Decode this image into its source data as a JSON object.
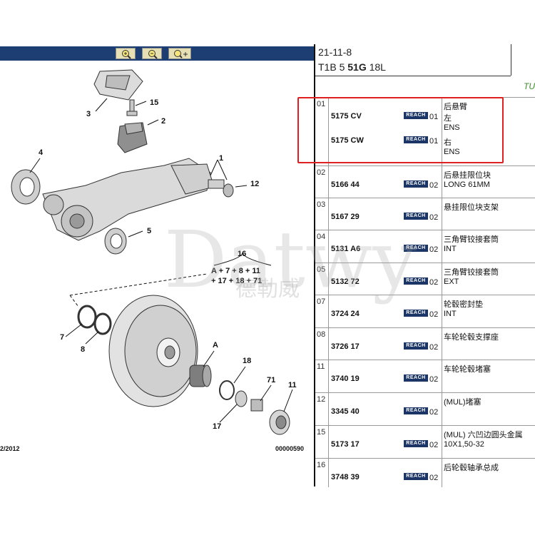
{
  "toolbar": {
    "buttons": [
      {
        "name": "zoom-in",
        "icon": "zoom-in-icon"
      },
      {
        "name": "zoom-out",
        "icon": "zoom-out-icon"
      },
      {
        "name": "zoom-pan",
        "icon": "zoom-pan-icon"
      }
    ],
    "color": "#1d3e73"
  },
  "diagram": {
    "callouts": [
      "1",
      "2",
      "3",
      "4",
      "5",
      "7",
      "8",
      "11",
      "12",
      "15",
      "16",
      "17",
      "18",
      "71",
      "A"
    ],
    "formula_line1": "A + 7 + 8 + 11",
    "formula_line2": "+ 17 + 18 + 71",
    "footer_left": "2/2012",
    "footer_right": "00000590"
  },
  "header": {
    "date": "21-11-8",
    "code_prefix": "T1B 5 ",
    "code_bold": "51G",
    "code_suffix": " 18L",
    "green_text": "TU"
  },
  "reach_label": "REACH",
  "watermark": {
    "text": "Datwy",
    "cn": "德勒威"
  },
  "rows": [
    {
      "idx": "01",
      "parts": [
        {
          "part": "5175 CV",
          "qty": "01",
          "desc": [
            "后悬臂",
            "左",
            "ENS"
          ]
        },
        {
          "part": "5175 CW",
          "qty": "01",
          "desc": [
            "右",
            "ENS"
          ]
        }
      ]
    },
    {
      "idx": "02",
      "parts": [
        {
          "part": "5166 44",
          "qty": "02",
          "desc": [
            "后悬挂限位块",
            "LONG 61MM"
          ]
        }
      ]
    },
    {
      "idx": "03",
      "parts": [
        {
          "part": "5167 29",
          "qty": "02",
          "desc": [
            "悬挂限位块支架"
          ]
        }
      ]
    },
    {
      "idx": "04",
      "parts": [
        {
          "part": "5131 A6",
          "qty": "02",
          "desc": [
            "三角臂铰接套筒",
            "INT"
          ]
        }
      ]
    },
    {
      "idx": "05",
      "parts": [
        {
          "part": "5132 72",
          "qty": "02",
          "desc": [
            "三角臂铰接套筒",
            "EXT"
          ]
        }
      ]
    },
    {
      "idx": "07",
      "parts": [
        {
          "part": "3724 24",
          "qty": "02",
          "desc": [
            "轮毂密封垫",
            "INT"
          ]
        }
      ]
    },
    {
      "idx": "08",
      "parts": [
        {
          "part": "3726 17",
          "qty": "02",
          "desc": [
            "车轮轮毂支撑座"
          ]
        }
      ]
    },
    {
      "idx": "11",
      "parts": [
        {
          "part": "3740 19",
          "qty": "02",
          "desc": [
            "车轮轮毂堵塞"
          ]
        }
      ]
    },
    {
      "idx": "12",
      "parts": [
        {
          "part": "3345 40",
          "qty": "02",
          "desc": [
            "(MUL)堵塞"
          ]
        }
      ]
    },
    {
      "idx": "15",
      "parts": [
        {
          "part": "5173 17",
          "qty": "02",
          "desc": [
            "(MUL) 六凹边圆头金属",
            "10X1,50-32"
          ]
        }
      ]
    },
    {
      "idx": "16",
      "parts": [
        {
          "part": "3748 39",
          "qty": "02",
          "desc": [
            "后轮毂轴承总成"
          ]
        }
      ]
    }
  ]
}
